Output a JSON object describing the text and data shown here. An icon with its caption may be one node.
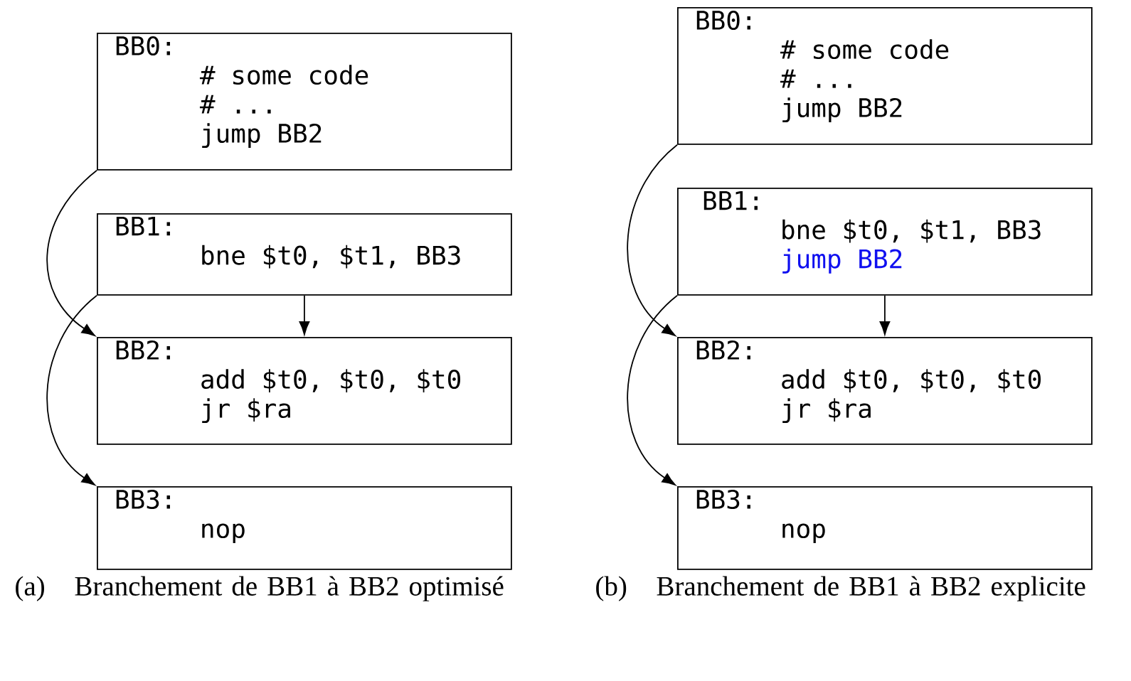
{
  "diagram": {
    "nodes": [
      {
        "text": [
          "BB0:",
          "# some code",
          "# ...",
          "jump BB2"
        ]
      },
      {
        "text": [
          "BB1:",
          "bne $t0, $t1, BB3"
        ]
      },
      {
        "text": [
          "BB2:",
          "add $t0, $t0, $t0",
          "jr $ra"
        ]
      },
      {
        "text": [
          "BB3:",
          "nop"
        ]
      },
      {
        "text": [
          "BB0:",
          "# some code",
          "# ...",
          "jump BB2"
        ]
      },
      {
        "text": [
          "BB1:",
          "bne $t0, $t1, BB3",
          "jump BB2"
        ]
      },
      {
        "text": [
          "BB2:",
          "add $t0, $t0, $t0",
          "jr $ra"
        ]
      },
      {
        "text": [
          "BB3:",
          "nop"
        ]
      }
    ],
    "edges": [
      {
        "from": 0,
        "to": 2,
        "arrow": "to"
      },
      {
        "from": 1,
        "to": 2,
        "arrow": "to"
      },
      {
        "from": 1,
        "to": 3,
        "arrow": "to"
      },
      {
        "from": 4,
        "to": 6,
        "arrow": "to"
      },
      {
        "from": 5,
        "to": 6,
        "arrow": "to"
      },
      {
        "from": 5,
        "to": 7,
        "arrow": "to"
      }
    ],
    "labels": [
      "(a)",
      "Branchement de BB1 à BB2 optimisé",
      "(b)",
      "Branchement de BB1 à BB2 explicite"
    ]
  }
}
